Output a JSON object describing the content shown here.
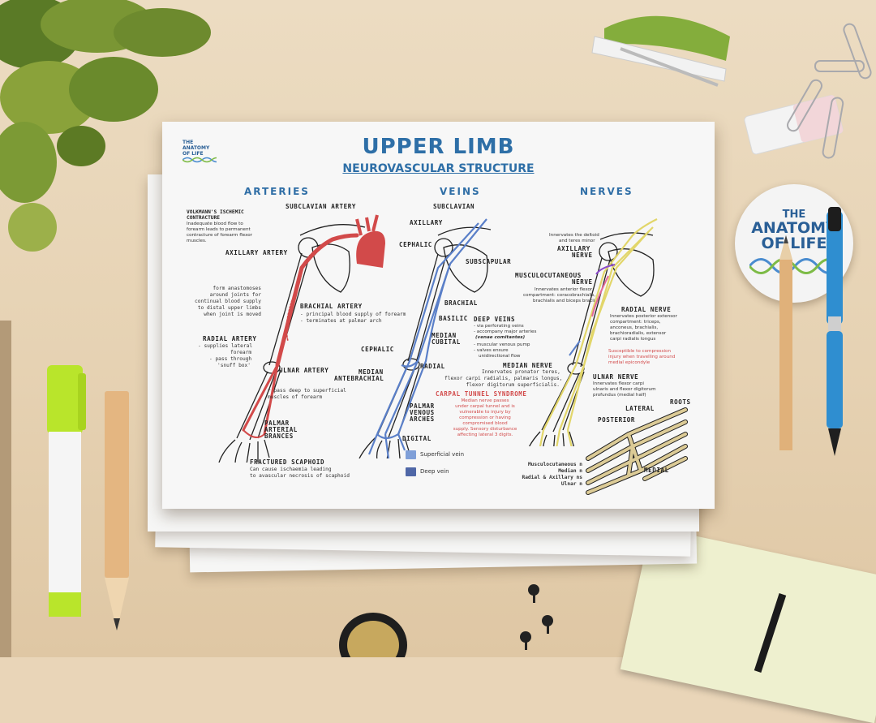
{
  "poster": {
    "logo": "THE ANATOMY OF LIFE",
    "title": "UPPER LIMB",
    "subtitle": "NEUROVASCULAR STRUCTURE",
    "columns": [
      "ARTERIES",
      "VEINS",
      "NERVES"
    ]
  },
  "arteries": {
    "volkmann_title": "VOLKMANN'S ISCHEMIC CONTRACTURE",
    "volkmann_text": [
      "Inadequate blood flow to",
      "forearm leads to permanent",
      "contracture of forearm flexor",
      "muscles."
    ],
    "subclavian": "SUBCLAVIAN ARTERY",
    "axillary": "AXILLARY ARTERY",
    "anastomoses": [
      "form anastomoses",
      "around joints for",
      "continual blood supply",
      "to distal upper limbs",
      "when joint is moved"
    ],
    "brachial": "BRACHIAL ARTERY",
    "brachial_notes": [
      "- principal blood supply of forearm",
      "- terminates at palmar arch"
    ],
    "radial": "RADIAL ARTERY",
    "radial_notes": [
      "- supplies lateral",
      "forearm",
      "- pass through",
      "'snuff box'"
    ],
    "ulnar": "ULNAR ARTERY",
    "ulnar_note": [
      "* pass deep to superficial",
      "muscles of forearm"
    ],
    "palmar": [
      "PALMAR",
      "ARTERIAL",
      "BRANCES"
    ],
    "scaphoid": "FRACTURED SCAPHOID",
    "scaphoid_text": [
      "Can cause ischaemia leading",
      "to avascular necrosis of scaphoid"
    ]
  },
  "veins": {
    "subclavian": "SUBCLAVIAN",
    "axillary": "AXILLARY",
    "cephalic": "CEPHALIC",
    "subscapular": "SUBSCAPULAR",
    "brachial": "BRACHIAL",
    "basilic": "BASILIC",
    "median_cubital": [
      "MEDIAN",
      "CUBITAL"
    ],
    "cephalic2": "CEPHALIC",
    "median_antebrachial": [
      "MEDIAN",
      "ANTEBRACHIAL"
    ],
    "radial": "RADIAL",
    "palmar": [
      "PALMAR",
      "VENOUS",
      "ARCHES"
    ],
    "digital": "DIGITAL",
    "deep_title": "DEEP VEINS",
    "deep_notes": [
      "- via perforating veins",
      "- accompany major arteries",
      "(venae comitantes)",
      "- muscular venous pump",
      "- valves ensure",
      "unidirectional flow"
    ],
    "legend": [
      {
        "label": "Superficial vein",
        "color": "#7f9fd8"
      },
      {
        "label": "Deep vein",
        "color": "#4f67a7"
      }
    ]
  },
  "nerves": {
    "axillary_note": [
      "Innervates the deltoid",
      "and teres minor"
    ],
    "axillary": [
      "AXILLARY",
      "NERVE"
    ],
    "musculo": [
      "MUSCULOCUTANEOUS",
      "NERVE"
    ],
    "musculo_note": [
      "Innervates anterior flexor",
      "compartment: coracobrachialis,",
      "brachialis and biceps bracii"
    ],
    "radial": "RADIAL NERVE",
    "radial_note": [
      "Innervates posterior extensor",
      "compartment: triceps,",
      "anconeus, brachialis,",
      "brachioradialis, extensor",
      "carpi radialis longus"
    ],
    "ulnar_warning": [
      "Susceptible to compression",
      "injury when travelling around",
      "medial epicondyle"
    ],
    "median": "MEDIAN NERVE",
    "median_note": [
      "Innervates pronator teres,",
      "flexor carpi radialis, palmaris longus,",
      "flexor digitorum superficialis."
    ],
    "ulnar": "ULNAR NERVE",
    "ulnar_note": [
      "Innervates flexor carpi",
      "ulnaris and flexor digitorum",
      "profundus (medial half)"
    ],
    "carpal_title": "CARPAL TUNNEL SYNDROME",
    "carpal_text": [
      "Median nerve passes",
      "under carpal tunnel and is",
      "vulnerable to injury by",
      "compression or having",
      "compromised blood",
      "supply. Sensory disturbance",
      "affecting lateral 3 digits."
    ],
    "plexus": {
      "roots": "ROOTS",
      "lateral": "LATERAL",
      "posterior": "POSTERIOR",
      "medial": "MEDIAL",
      "terminals": [
        "Musculocutaneous n",
        "Median n",
        "Radial & Axillary ns",
        "Ulnar n"
      ]
    }
  },
  "sticker": {
    "line1": "THE",
    "line2": "ANATOMY",
    "line3": "OF LIFE"
  },
  "colors": {
    "artery": "#d24a4a",
    "vein": "#5a7fc8",
    "nerve": "#e2d66a",
    "title": "#2e6fa7",
    "desk": "#e9d5b8"
  }
}
